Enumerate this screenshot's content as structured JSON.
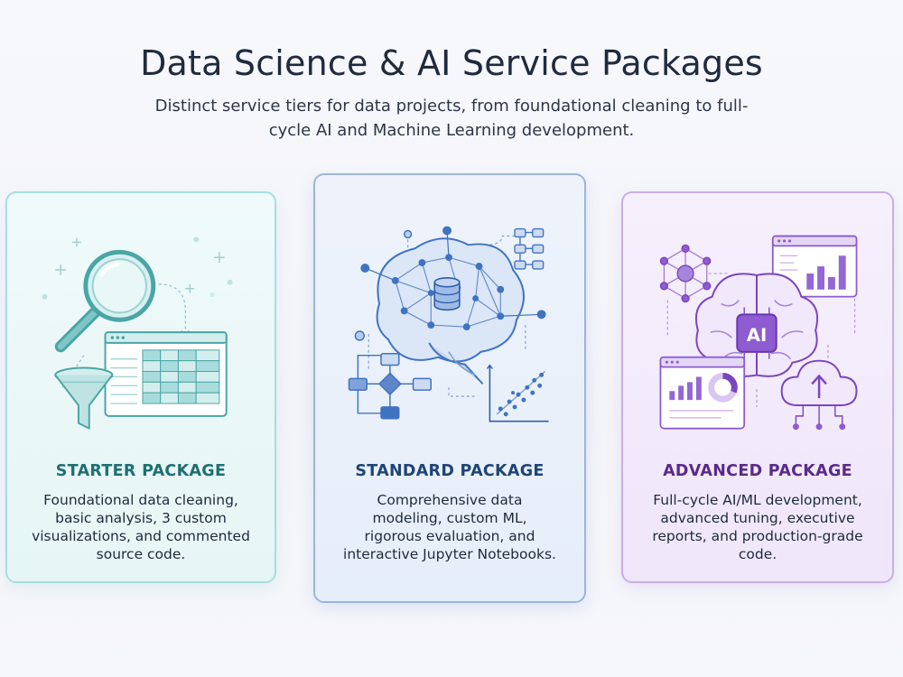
{
  "header": {
    "title": "Data Science & AI Service Packages",
    "subtitle": "Distinct service tiers for data projects, from foundational cleaning to full-cycle AI and Machine Learning development."
  },
  "packages": [
    {
      "title": "STARTER PACKAGE",
      "description": "Foundational data cleaning, basic analysis, 3 custom visualizations, and commented source code.",
      "accent": "#1f6f72",
      "illustration": "magnifier-table-funnel-icon"
    },
    {
      "title": "STANDARD PACKAGE",
      "description": "Comprehensive data modeling, custom ML, rigorous evaluation, and interactive Jupyter Notebooks.",
      "accent": "#1f4476",
      "illustration": "neural-brain-database-flowchart-icon"
    },
    {
      "title": "ADVANCED PACKAGE",
      "description": "Full-cycle AI/ML development, advanced tuning, executive reports, and production-grade code.",
      "accent": "#5a2a8a",
      "illustration": "ai-brain-dashboard-cloud-icon",
      "chip_label": "AI"
    }
  ],
  "colors": {
    "teal": "#4fb3b1",
    "blue": "#3f73c2",
    "purple": "#8e5bd1",
    "text": "#1f2a3d"
  }
}
